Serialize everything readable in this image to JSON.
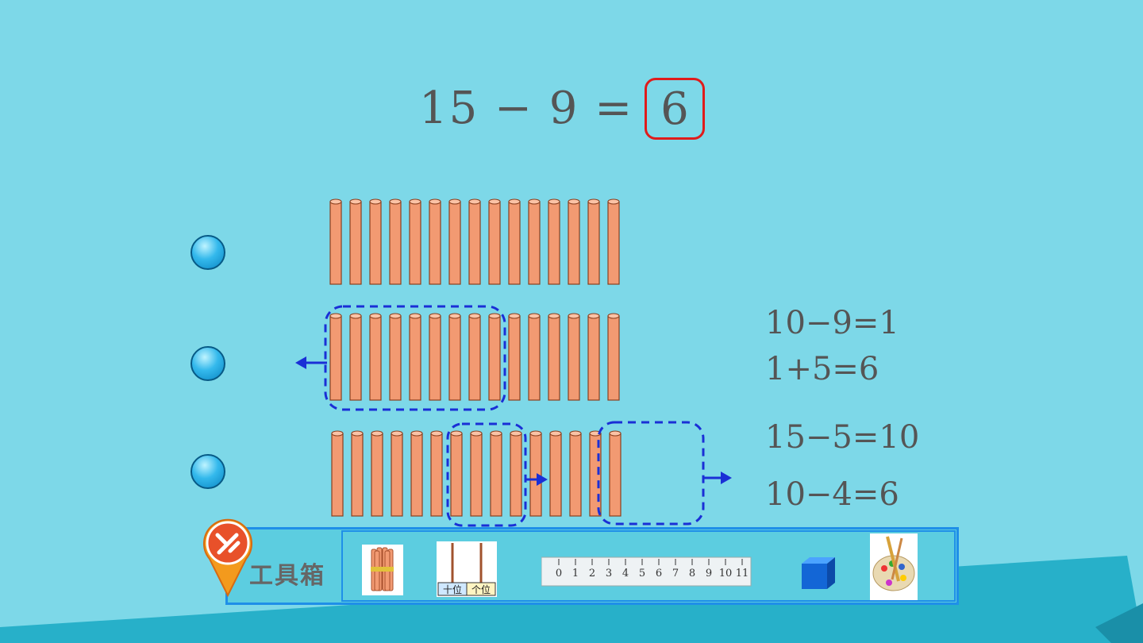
{
  "main_equation": {
    "text": "15 − 9 =",
    "answer": "6"
  },
  "method_a": {
    "line1": "10−9=1",
    "line2": "1+5=6"
  },
  "method_b": {
    "line1": "15−5=10",
    "line2": "10−4=6"
  },
  "toolbox": {
    "label": "工具箱",
    "abacus": {
      "tens": "十位",
      "ones": "个位"
    },
    "ruler_digits": [
      "0",
      "1",
      "2",
      "3",
      "4",
      "5",
      "6",
      "7",
      "8",
      "9",
      "10",
      "11"
    ]
  },
  "sticks_per_row": 15,
  "colors": {
    "background": "#7dd8e8",
    "stick": "#f29a72",
    "dashed": "#1a2fd6",
    "answer_box": "#e01b1b"
  }
}
